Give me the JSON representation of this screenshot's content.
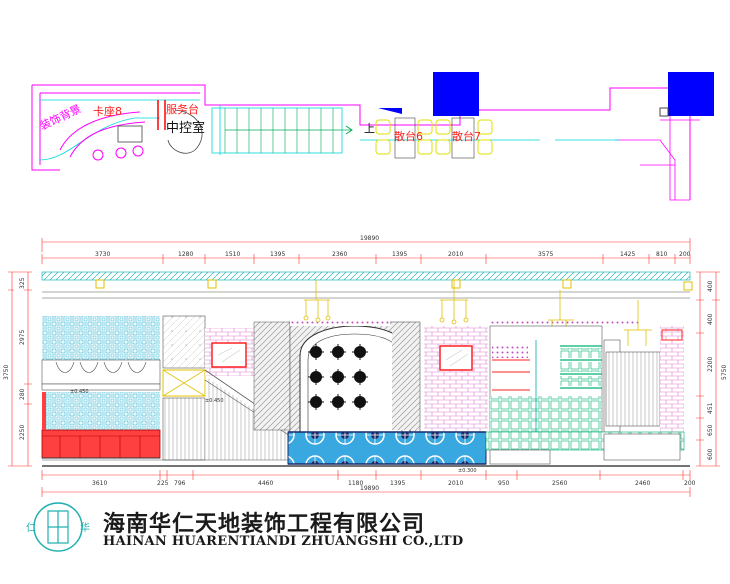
{
  "plan": {
    "labels": {
      "decor_wall": "装饰背景",
      "booth8": "卡座8",
      "service_desk": "服务台",
      "control_room": "中控室",
      "up_mark": "上",
      "table6": "散台6",
      "table7": "散台7"
    }
  },
  "elevation": {
    "total_width": "19890",
    "top_dims": [
      "3730",
      "1280",
      "1510",
      "1395",
      "2360",
      "1395",
      "2010",
      "3575",
      "1425",
      "810",
      "200"
    ],
    "bottom_dims": [
      "3610",
      "225",
      "796",
      "4460",
      "1180",
      "1395",
      "2010",
      "950",
      "2560",
      "2460",
      "200"
    ],
    "left_dims": [
      "325",
      "2975",
      "3750",
      "280",
      "2250"
    ],
    "right_dims": [
      "400",
      "400",
      "2200",
      "5750",
      "451",
      "650",
      "600"
    ],
    "annotations": {
      "level1": "±0.450",
      "level2": "±0.450",
      "level3": "±0.300"
    }
  },
  "company": {
    "name_cn": "海南华仁天地装饰工程有限公司",
    "name_en": "HAINAN HUARENTIANDI ZHUANGSHI CO.,LTD",
    "logo_chars": [
      "仁",
      "华"
    ]
  },
  "colors": {
    "plan_lines": "#ff00ff",
    "plan_cyan": "#00e5e5",
    "blue_block": "#0000ff",
    "dim_lines": "#ff3030",
    "grid_green": "#00cc66"
  }
}
